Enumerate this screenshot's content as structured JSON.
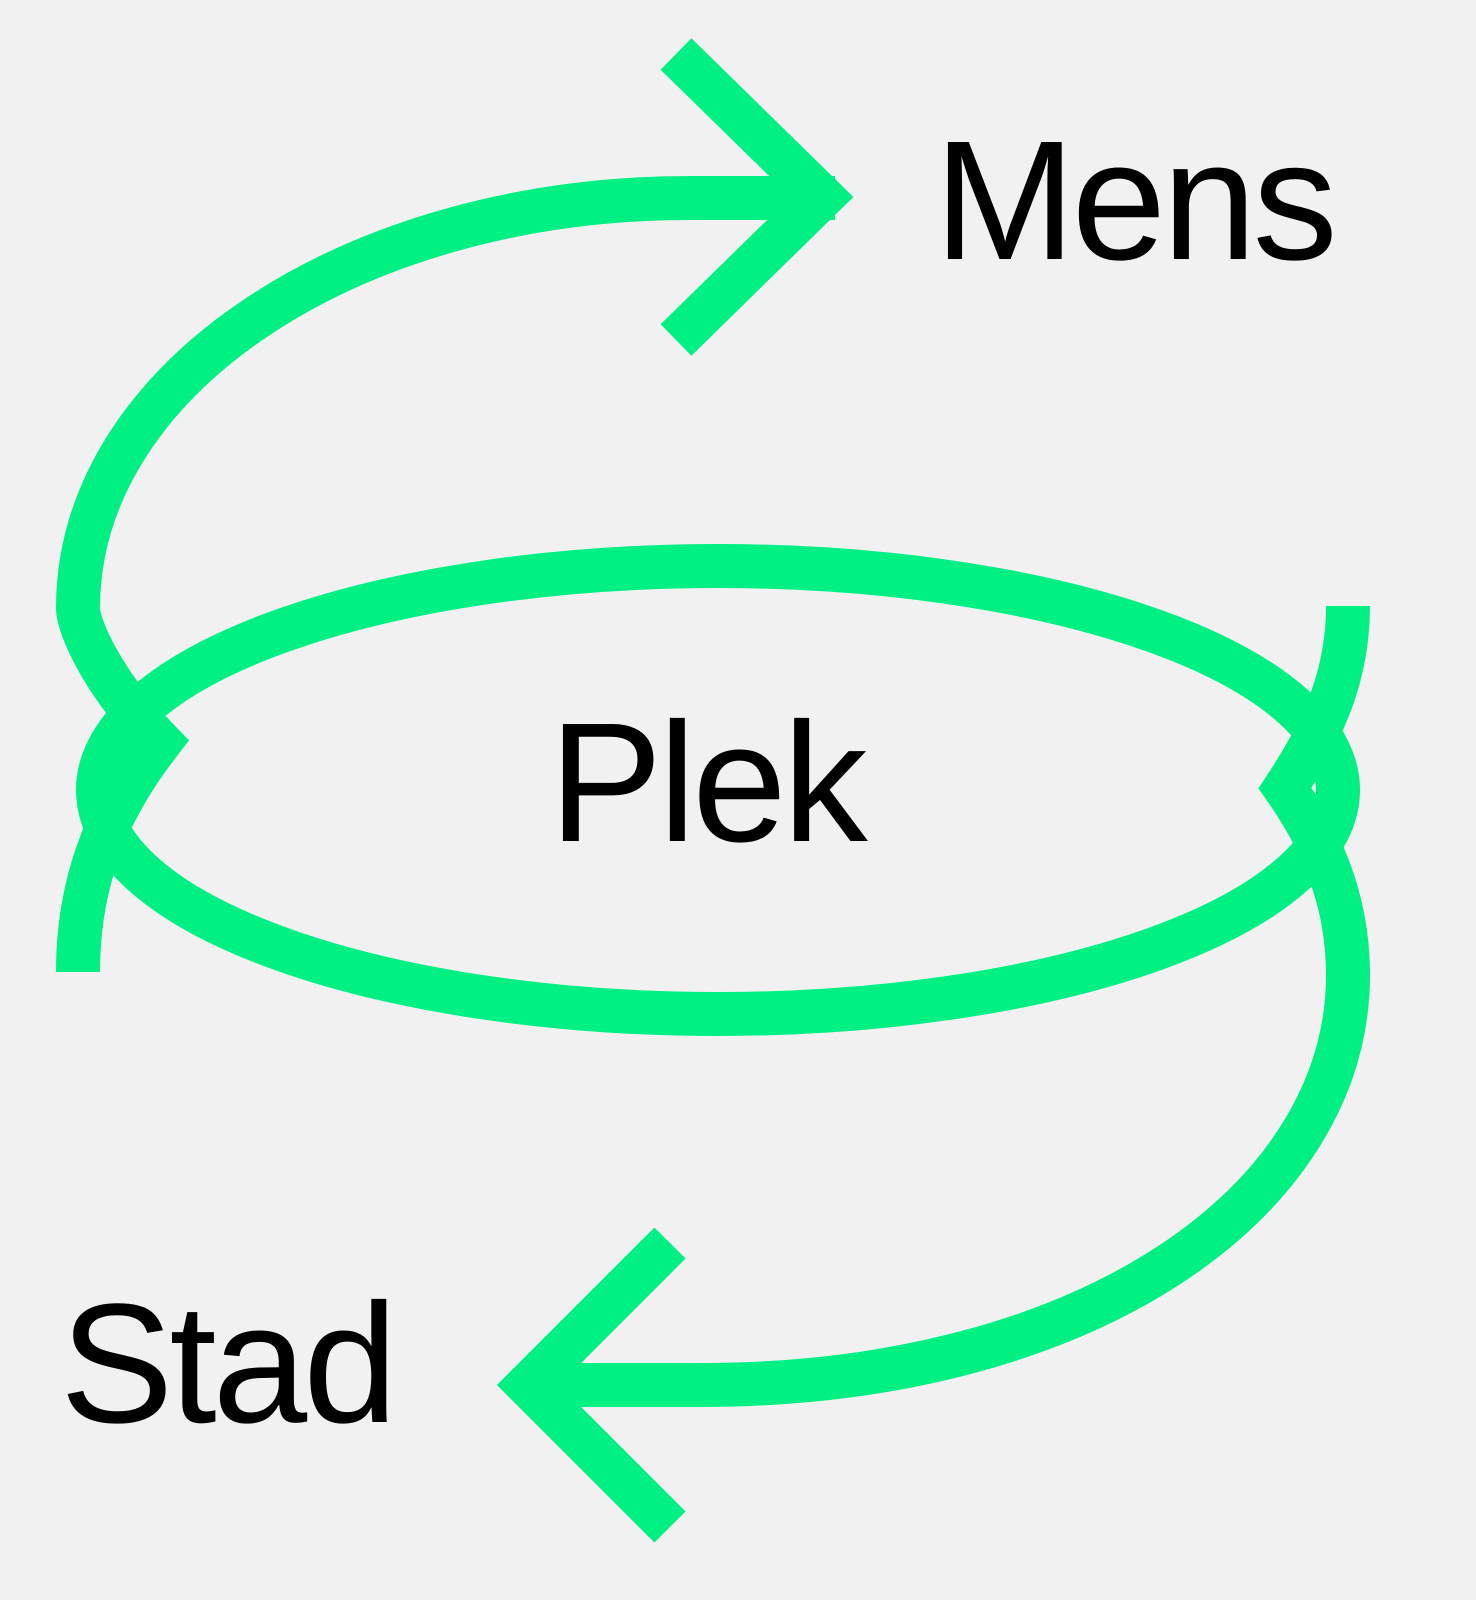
{
  "labels": {
    "top": "Mens",
    "center": "Plek",
    "bottom": "Stad"
  },
  "colors": {
    "background": "#f1f1f1",
    "accent": "#00f084",
    "text": "#000000"
  }
}
